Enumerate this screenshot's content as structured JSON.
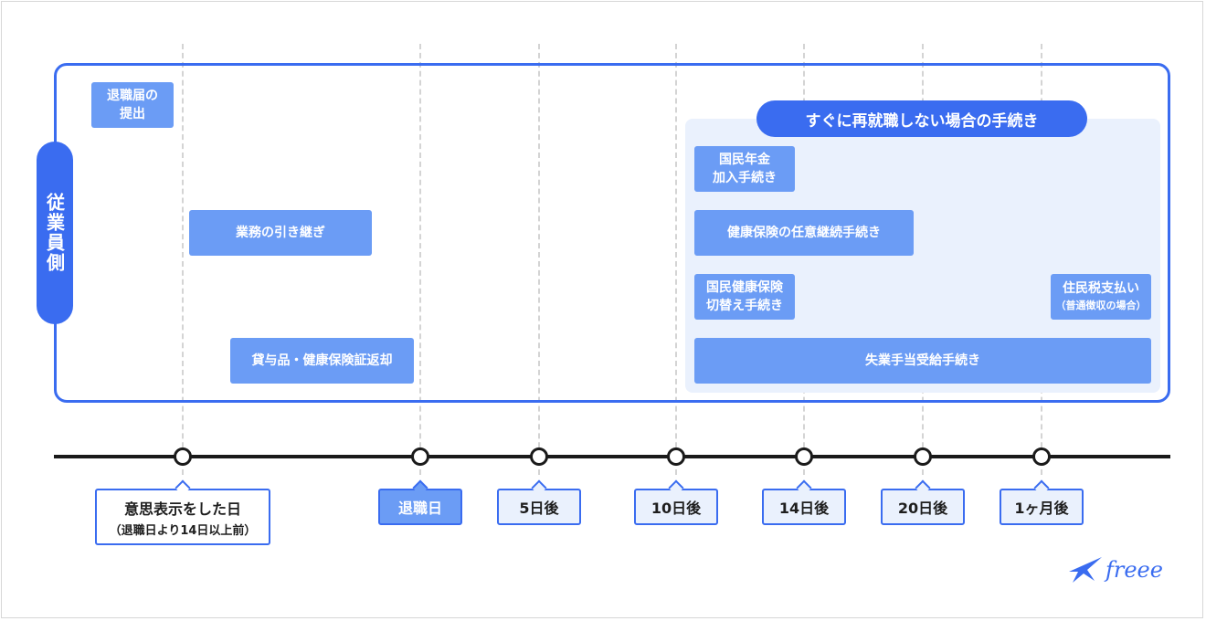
{
  "employee_label": "従業員側",
  "unemployment_section": {
    "title": "すぐに再就職しない場合の手続き"
  },
  "tasks": {
    "resignation_letter": [
      "退職届の",
      "提出"
    ],
    "handover": "業務の引き継ぎ",
    "return_items": "貸与品・健康保険証返却",
    "pension": [
      "国民年金",
      "加入手続き"
    ],
    "health_continuation": "健康保険の任意継続手続き",
    "national_health": [
      "国民健康保険",
      "切替え手続き"
    ],
    "resident_tax": [
      "住民税支払い",
      "（普通徴収の場合）"
    ],
    "unemployment_benefit": "失業手当受給手続き"
  },
  "milestones": {
    "intent": {
      "label": "意思表示をした日",
      "sub": "（退職日より14日以上前）"
    },
    "retire": "退職日",
    "d5": "5日後",
    "d10": "10日後",
    "d14": "14日後",
    "d20": "20日後",
    "m1": "1ヶ月後"
  },
  "logo": "freee",
  "colors": {
    "accent": "#3a6cf0",
    "task": "#6b9cf5",
    "panel": "#eaf1fd"
  }
}
